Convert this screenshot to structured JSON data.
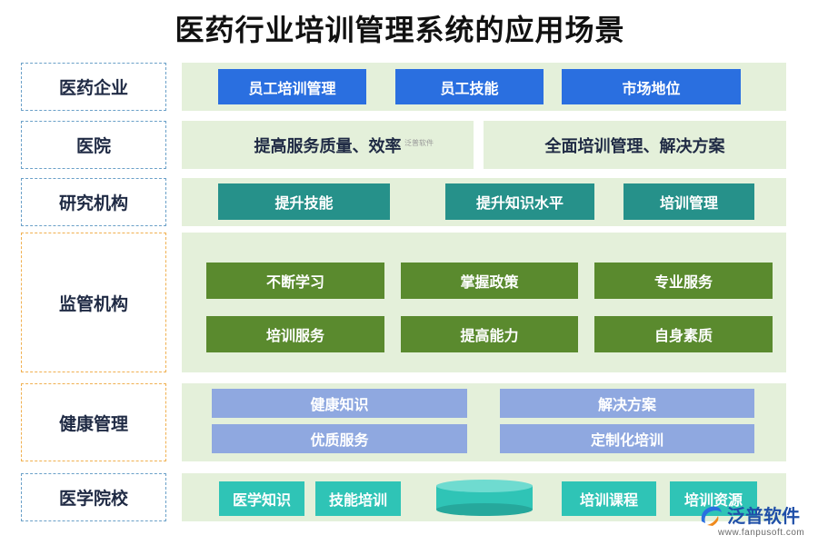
{
  "title": "医药行业培训管理系统的应用场景",
  "rows": {
    "pharma": {
      "label": "医药企业",
      "items": [
        "员工培训管理",
        "员工技能",
        "市场地位"
      ]
    },
    "hospital": {
      "label": "医院",
      "items": [
        "提高服务质量、效率",
        "全面培训管理、解决方案"
      ]
    },
    "research": {
      "label": "研究机构",
      "items": [
        "提升技能",
        "提升知识水平",
        "培训管理"
      ]
    },
    "regulator": {
      "label": "监管机构",
      "items": [
        "不断学习",
        "掌握政策",
        "专业服务",
        "培训服务",
        "提高能力",
        "自身素质"
      ]
    },
    "health": {
      "label": "健康管理",
      "items": [
        "健康知识",
        "解决方案",
        "优质服务",
        "定制化培训"
      ]
    },
    "school": {
      "label": "医学院校",
      "items": [
        "医学知识",
        "技能培训",
        "培训课程",
        "培训资源"
      ]
    }
  },
  "watermark_small": "泛普软件",
  "logo": {
    "name": "泛普软件",
    "url": "www.fanpusoft.com",
    "icon": "fanpu-logo-icon"
  },
  "colors": {
    "band": "#e4f0da",
    "blue": "#2a6fe0",
    "teal": "#26918a",
    "green": "#5a8a2e",
    "lavender": "#8fa8e0",
    "cyan": "#2fc4b6"
  }
}
